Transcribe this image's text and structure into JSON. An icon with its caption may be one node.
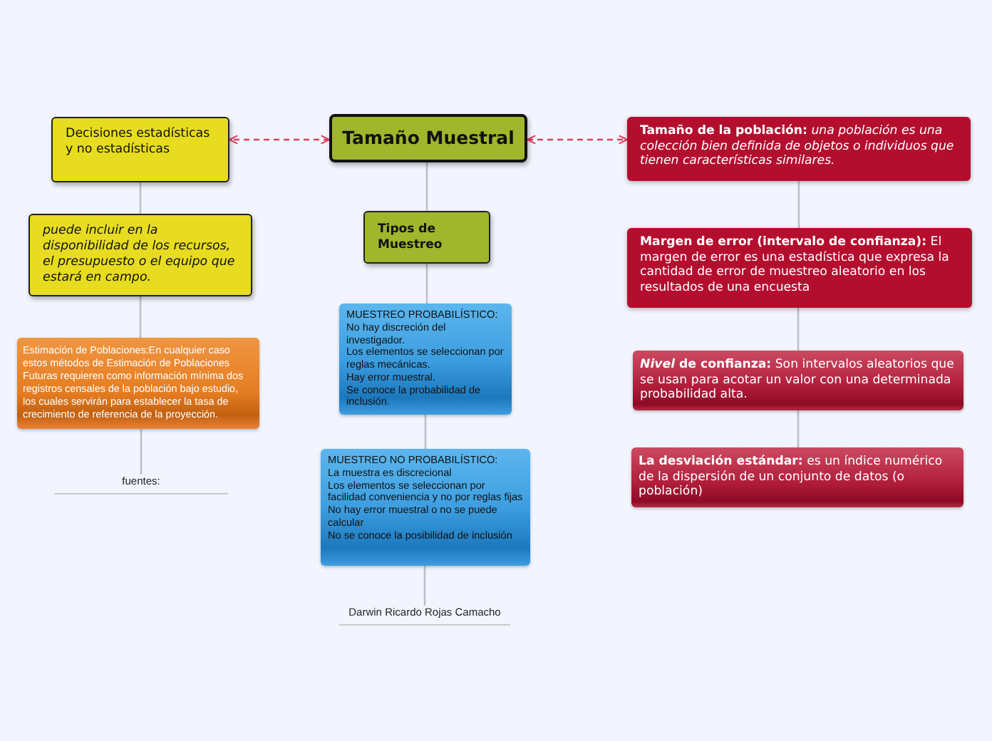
{
  "diagram": {
    "nodes": [
      {
        "text": [
          "Tamaño Muestral"
        ]
      },
      {
        "text": [
          "Decisiones estadísticas y no estadísticas"
        ]
      },
      {
        "text": [
          "*puede incluir en  la disponibilidad de los recursos, el presupuesto o el equipo que estará en campo.*"
        ]
      },
      {
        "text": [
          "Estimación de Poblaciones:En cualquier caso estos métodos de Estimación de Poblaciones Futuras requieren como información mínima dos registros censales de la población bajo estudio, los cuales servirán para establecer la tasa de crecimiento de referencia de la proyección."
        ]
      },
      {
        "text": [
          "fuentes:"
        ]
      },
      {
        "text": [
          "Tipos de Muestreo"
        ]
      },
      {
        "text": [
          "MUESTREO PROBABILÍSTICO:",
          "No hay discreción del investigador.",
          "Los elementos se seleccionan por reglas mecánicas.",
          "Hay error muestral.",
          "Se conoce la probabilidad de inclusión."
        ]
      },
      {
        "text": [
          "MUESTREO NO PROBABILÍSTICO:",
          "La muestra es discrecional",
          "Los elementos se seleccionan por facilidad conveniencia y no por reglas fijas",
          "No hay error muestral o no se puede calcular",
          "No se conoce la posibilidad de inclusión"
        ]
      },
      {
        "text": [
          "Darwin Ricardo Rojas Camacho"
        ]
      },
      {
        "text": [
          "**Tamaño de la población:** *una población es una colección bien definida de objetos o individuos que tienen características similares.*"
        ]
      },
      {
        "text": [
          "**Margen de error (intervalo de confianza):** El margen de error es una estadística que expresa la cantidad de error de muestreo aleatorio en los resultados de una encuesta"
        ]
      },
      {
        "text": [
          "***Nivel* de confianza:** Son intervalos aleatorios que se usan para acotar un valor con una determinada probabilidad alta."
        ]
      },
      {
        "text": [
          "**La desviación estándar:** es un índice numérico de la dispersión de un conjunto de datos (o población)"
        ]
      }
    ],
    "edges": [
      {
        "from": 0,
        "to": 1,
        "arrow": "both",
        "style": "dashed",
        "color": "#e0405e"
      },
      {
        "from": 0,
        "to": 9,
        "arrow": "both",
        "style": "dashed",
        "color": "#e0405e"
      },
      {
        "from": 1,
        "to": 2,
        "arrow": "none"
      },
      {
        "from": 2,
        "to": 3,
        "arrow": "none"
      },
      {
        "from": 3,
        "to": 4,
        "arrow": "none"
      },
      {
        "from": 0,
        "to": 5,
        "arrow": "none"
      },
      {
        "from": 5,
        "to": 6,
        "arrow": "none"
      },
      {
        "from": 6,
        "to": 7,
        "arrow": "none"
      },
      {
        "from": 7,
        "to": 8,
        "arrow": "none"
      },
      {
        "from": 9,
        "to": 10,
        "arrow": "none"
      },
      {
        "from": 10,
        "to": 11,
        "arrow": "none"
      },
      {
        "from": 11,
        "to": 12,
        "arrow": "none"
      }
    ]
  }
}
